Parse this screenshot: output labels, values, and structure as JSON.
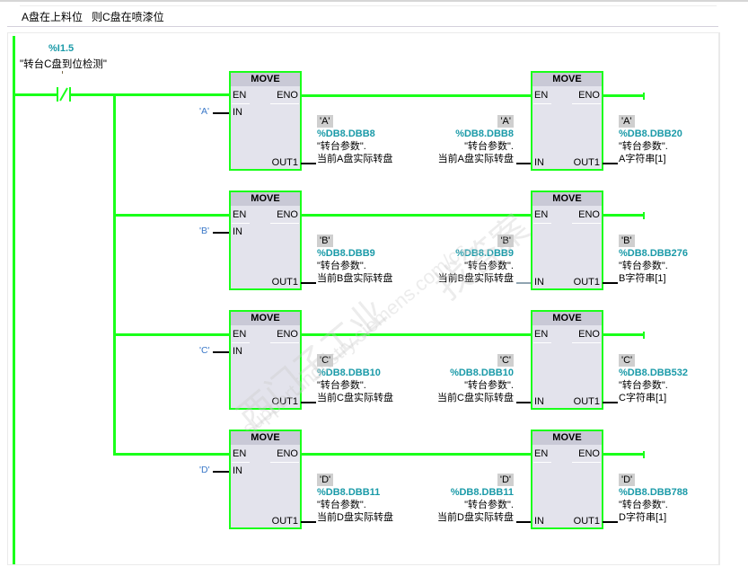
{
  "network": {
    "comment": "A盘在上料位   则C盘在喷漆位",
    "contact": {
      "type": "normally-closed",
      "address": "%I1.5",
      "name": "\"转台C盘到位检测\"",
      "name_suffix": "\""
    },
    "rows": [
      {
        "const": "'A'",
        "move1": {
          "title": "MOVE",
          "en": "EN",
          "eno": "ENO",
          "in": "IN",
          "out": "OUT1"
        },
        "out1": {
          "value": "'A'",
          "address": "%DB8.DBB8",
          "db": "\"转台参数\".",
          "member": "当前A盘实际转盘"
        },
        "move2": {
          "title": "MOVE",
          "en": "EN",
          "eno": "ENO",
          "in": "IN",
          "out": "OUT1"
        },
        "in2": {
          "value": "'A'",
          "address": "%DB8.DBB8",
          "db": "\"转台参数\".",
          "member": "当前A盘实际转盘"
        },
        "out2": {
          "value": "'A'",
          "address": "%DB8.DBB20",
          "db": "\"转台参数\".",
          "member": "A字符串[1]"
        }
      },
      {
        "const": "'B'",
        "move1": {
          "title": "MOVE",
          "en": "EN",
          "eno": "ENO",
          "in": "IN",
          "out": "OUT1"
        },
        "out1": {
          "value": "'B'",
          "address": "%DB8.DBB9",
          "db": "\"转台参数\".",
          "member": "当前B盘实际转盘"
        },
        "move2": {
          "title": "MOVE",
          "en": "EN",
          "eno": "ENO",
          "in": "IN",
          "out": "OUT1"
        },
        "in2": {
          "value": "'B'",
          "address": "%DB8.DBB9",
          "db": "\"转台参数\".",
          "member": "当前B盘实际转盘"
        },
        "out2": {
          "value": "'B'",
          "address": "%DB8.DBB276",
          "db": "\"转台参数\".",
          "member": "B字符串[1]"
        }
      },
      {
        "const": "'C'",
        "move1": {
          "title": "MOVE",
          "en": "EN",
          "eno": "ENO",
          "in": "IN",
          "out": "OUT1"
        },
        "out1": {
          "value": "'C'",
          "address": "%DB8.DBB10",
          "db": "\"转台参数\".",
          "member": "当前C盘实际转盘"
        },
        "move2": {
          "title": "MOVE",
          "en": "EN",
          "eno": "ENO",
          "in": "IN",
          "out": "OUT1"
        },
        "in2": {
          "value": "'C'",
          "address": "%DB8.DBB10",
          "db": "\"转台参数\".",
          "member": "当前C盘实际转盘"
        },
        "out2": {
          "value": "'C'",
          "address": "%DB8.DBB532",
          "db": "\"转台参数\".",
          "member": "C字符串[1]"
        }
      },
      {
        "const": "'D'",
        "move1": {
          "title": "MOVE",
          "en": "EN",
          "eno": "ENO",
          "in": "IN",
          "out": "OUT1"
        },
        "out1": {
          "value": "'D'",
          "address": "%DB8.DBB11",
          "db": "\"转台参数\".",
          "member": "当前D盘实际转盘"
        },
        "move2": {
          "title": "MOVE",
          "en": "EN",
          "eno": "ENO",
          "in": "IN",
          "out": "OUT1"
        },
        "in2": {
          "value": "'D'",
          "address": "%DB8.DBB11",
          "db": "\"转台参数\".",
          "member": "当前D盘实际转盘"
        },
        "out2": {
          "value": "'D'",
          "address": "%DB8.DBB788",
          "db": "\"转台参数\".",
          "member": "D字符串[1]"
        }
      }
    ]
  },
  "watermark": {
    "line1": "西门子工业",
    "line2": "support.industry.siemens.com/cs",
    "line3": "找答案"
  },
  "colors": {
    "energized_wire": "#1aff1a",
    "address_text": "#1a9aa8",
    "constant_text": "#3a78c8",
    "box_fill": "#e3e3ec",
    "box_header": "#c9c9d6"
  }
}
